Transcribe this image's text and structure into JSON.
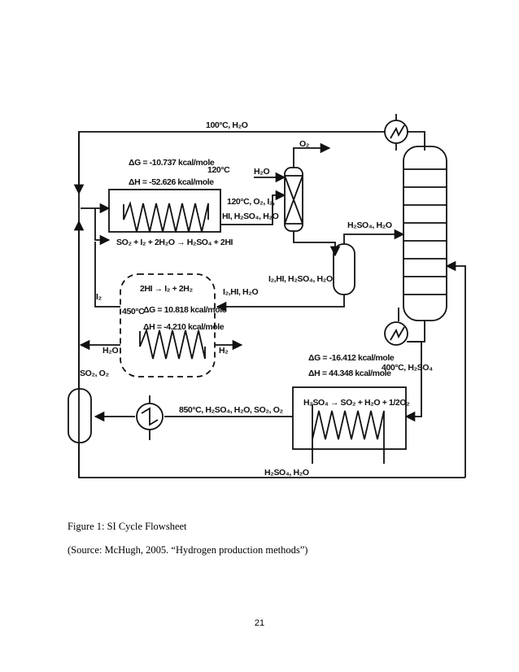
{
  "figure": {
    "top_stream": "100°C, H₂O",
    "bunsen": {
      "dg": "ΔG = -10.737 kcal/mole",
      "dh": "ΔH = -52.626 kcal/mole",
      "temp": "120°C",
      "reaction": "SO₂ + I₂ + 2H₂O → H₂SO₄ + 2HI"
    },
    "o2_label": "O₂",
    "h2o_feed": "H₂O",
    "bunsen_out_1": "120°C, O₂, I₂,",
    "bunsen_out_2": "HI, H₂SO₄, H₂O",
    "h2so4_h2o_top": "H₂SO₄, H₂O",
    "sep_out": "I₂,HI, H₂SO₄, H₂O",
    "hi_mix": "I₂,HI, H₂O",
    "i2_label": "I₂",
    "hi": {
      "reaction": "2HI → I₂ + 2H₂",
      "temp": "450°C",
      "dg": "ΔG = 10.818 kcal/mole",
      "dh": "ΔH = -4.210 kcal/mole"
    },
    "h2o_left": "H₂O",
    "h2_out": "H₂",
    "so2_o2": "SO₂, O₂",
    "sulfuric": {
      "dg": "ΔG = -16.412 kcal/mole",
      "dh": "ΔH = 44.348 kcal/mole",
      "temp_stream": "400°C, H₂SO₄",
      "reaction": "H₂SO₄ → SO₂ + H₂O + 1/2O₂"
    },
    "hot_stream": "850°C, H₂SO₄, H₂O, SO₂, O₂",
    "bottom_stream": "H₂SO₄, H₂O"
  },
  "caption": "Figure 1: SI Cycle Flowsheet",
  "source": "(Source: McHugh, 2005. “Hydrogen production methods”)",
  "page_number": "21"
}
